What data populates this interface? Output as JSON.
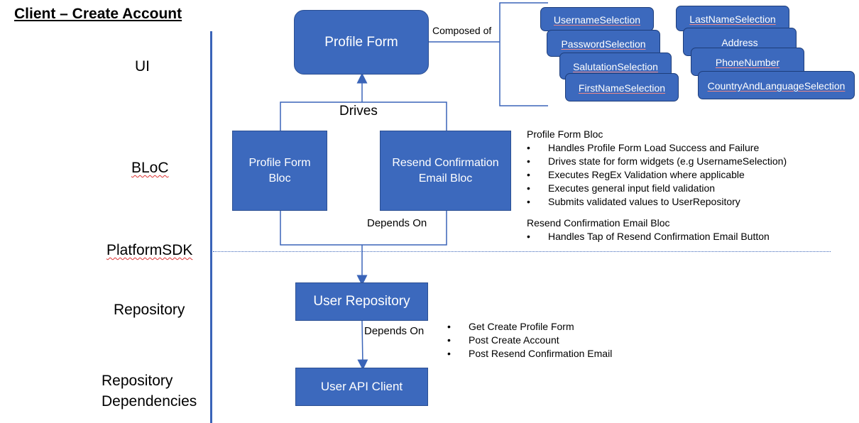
{
  "title": "Client – Create Account",
  "layers": {
    "ui": "UI",
    "bloc": "BLoC",
    "platform_sdk": "PlatformSDK",
    "repository": "Repository",
    "repository_dependencies_line1": "Repository",
    "repository_dependencies_line2": "Dependencies"
  },
  "boxes": {
    "profile_form": "Profile Form",
    "profile_form_bloc_line1": "Profile Form",
    "profile_form_bloc_line2": "Bloc",
    "resend_bloc_line1": "Resend Confirmation",
    "resend_bloc_line2": "Email Bloc",
    "user_repository": "User Repository",
    "user_api_client": "User API Client"
  },
  "connectors": {
    "composed_of": "Composed of",
    "drives": "Drives",
    "depends_on_bloc": "Depends On",
    "depends_on_repo": "Depends On"
  },
  "widgets": {
    "username": "UsernameSelection",
    "password": "PasswordSelection",
    "salutation": "SalutationSelection",
    "firstname": "FirstNameSelection",
    "lastname": "LastNameSelection",
    "address": "Address",
    "phone": "PhoneNumber",
    "country_language": "CountryAndLanguageSelection"
  },
  "notes": {
    "profile_form_bloc_title": "Profile Form Bloc",
    "profile_form_bloc_items": [
      "Handles Profile Form Load Success and Failure",
      "Drives state for form widgets (e.g UsernameSelection)",
      "Executes RegEx Validation where applicable",
      "Executes general input field validation",
      "Submits validated values to UserRepository"
    ],
    "resend_bloc_title": "Resend Confirmation Email Bloc",
    "resend_bloc_items": [
      "Handles Tap of Resend Confirmation Email Button"
    ],
    "repository_items": [
      "Get Create Profile Form",
      "Post Create Account",
      "Post Resend Confirmation Email"
    ]
  },
  "colors": {
    "box_fill": "#3c69bd",
    "line": "#3a64b8"
  }
}
